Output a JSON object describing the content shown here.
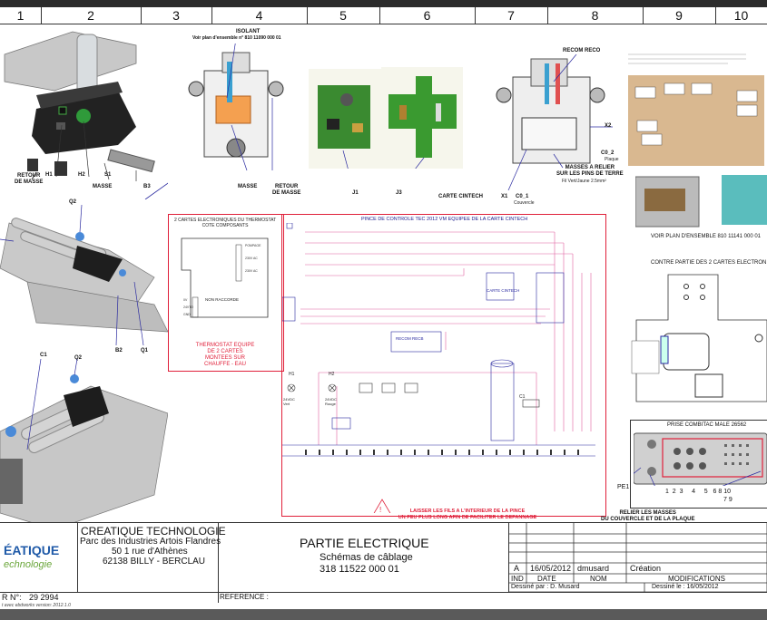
{
  "columns": [
    "1",
    "2",
    "3",
    "4",
    "5",
    "6",
    "7",
    "8",
    "9",
    "10"
  ],
  "labels": {
    "isolant": "ISOLANT",
    "isolant_sub": "Voir plan d'ensemble n° 810 11090 000 01",
    "retour_masse_1": "RETOUR\nDE MASSE",
    "h1": "H1",
    "h2": "H2",
    "s1": "S1",
    "masse_1": "MASSE",
    "b3": "B3",
    "masse_2": "MASSE",
    "retour_masse_2": "RETOUR\nDE MASSE",
    "j1": "J1",
    "j3": "J3",
    "carte_cintech": "CARTE CINTECH",
    "recom_reco": "RECOM RECO",
    "x2": "X2",
    "x1": "X1",
    "c0_1": "C0_1",
    "c0_1_sub": "Couvercle",
    "c0_2": "C0_2",
    "c0_2_sub": "Plaque",
    "masses_relier": "MASSES A RELIER\nSUR LES PINS DE TERRE",
    "masses_relier_sub": "Fil Vert/Jaune 2.5mm²",
    "q2_top": "Q2",
    "b2": "B2",
    "q1": "Q1",
    "c1": "C1",
    "q2_bot": "Q2",
    "voir_plan": "VOIR PLAN D'ENSEMBLE 810 11141 000 01",
    "contre_partie": "CONTRE PARTIE DES 2 CARTES ELECTRON",
    "prise_combitac": "PRISE COMBITAC MALE 26562",
    "pe1": "PE1",
    "combitac_nums": "1  2  3     4     5   6 8 10",
    "combitac_nums2": "7 9",
    "relier_masses": "RELIER LES MASSES\nDU COUVERCLE ET DE LA PLAQUE"
  },
  "thermostat": {
    "title": "2 CARTES ELECTRONIQUES DU THERMOSTAT\nCOTE COMPOSANTS",
    "caption": "THERMOSTAT EQUIPE\nDE 2 CARTES\nMONTEES SUR\nCHAUFFE - EAU"
  },
  "schematic": {
    "title": "PINCE DE CONTROLE TEC 2012 VM EQUIPEE DE LA CARTE CINTECH",
    "carte": "CARTE CINTECH",
    "recom": "RECOM RECB",
    "non_raccorde": "NON RACCORDE",
    "warning": "LAISSER LES FILS A L'INTERIEUR DE LA PINCE\nUN PEU PLUS LONG AFIN DE FACILITER LE DEPANNAGE",
    "h1": "H1",
    "h2": "H2",
    "h1_sub": "24VDC\nVert",
    "h2_sub": "24VDC\nRouge",
    "c1": "C1"
  },
  "titleblock": {
    "company": "CREATIQUE TECHNOLOGIE",
    "address1": "Parc des Industries Artois Flandres",
    "address2": "50 1 rue d'Athènes",
    "address3": "62138 BILLY - BERCLAU",
    "logo_line1": "ÉATIQUE",
    "logo_line2": "echnologie",
    "title": "PARTIE ELECTRIQUE",
    "subtitle": "Schémas de câblage",
    "number": "318 11522 000 01",
    "reference_label": "REFERENCE :",
    "n_label": "R N°:",
    "n_value": "29 2994",
    "version": "t avec ebdworks version: 2012.1.0",
    "rev_letter": "A",
    "rev_date": "16/05/2012",
    "rev_name": "dmusard",
    "rev_mod": "Création",
    "hdr_ind": "IND",
    "hdr_date": "DATE",
    "hdr_nom": "NOM",
    "hdr_mod": "MODIFICATIONS",
    "drawn_by": "Dessiné par : D. Musard",
    "drawn_on": "Dessiné le : 16/05/2012"
  },
  "colors": {
    "red": "#e0203a",
    "blue": "#2a2aa0",
    "pink": "#e060a0",
    "logo_blue": "#1f5aa8",
    "logo_green": "#6aa63a"
  }
}
